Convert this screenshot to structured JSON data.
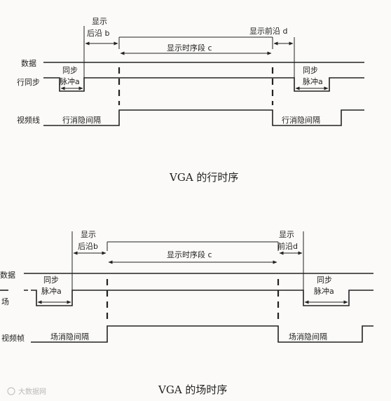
{
  "horizontal": {
    "caption": "VGA 的行时序",
    "row_labels": {
      "data": "数据",
      "sync": "行同步",
      "video": "视频线"
    },
    "back_porch": [
      "显示",
      "后沿 b"
    ],
    "front_porch": "显示前沿 d",
    "display_segment": "显示时序段 c",
    "sync_pulse": [
      "同步",
      "脉冲a"
    ],
    "blanking": "行消隐间隔"
  },
  "vertical": {
    "caption": "VGA 的场时序",
    "row_labels": {
      "data": "数据",
      "sync": "场",
      "video": "视频帧"
    },
    "back_porch": [
      "显示",
      "后沿b"
    ],
    "front_porch": [
      "显示",
      "前沿d"
    ],
    "display_segment": "显示时序段 c",
    "sync_pulse": [
      "同步",
      "脉冲a"
    ],
    "blanking": "场消隐间隔"
  },
  "watermark": "大数据网"
}
